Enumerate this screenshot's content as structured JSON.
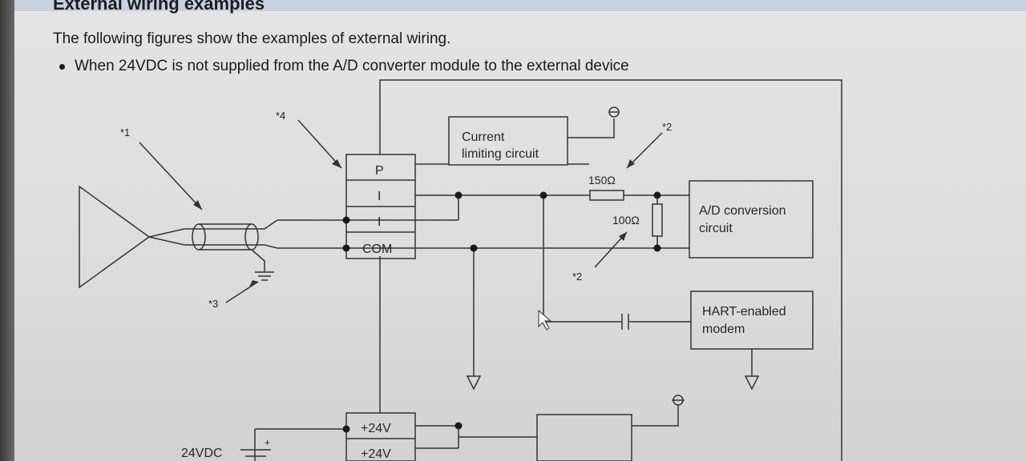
{
  "section_title": "External wiring examples",
  "intro": "The following figures show the examples of external wiring.",
  "bullet": "When 24VDC is not supplied from the A/D converter module to the external device",
  "notes": {
    "n1": "*1",
    "n2a": "*2",
    "n2b": "*2",
    "n3": "*3",
    "n4": "*4"
  },
  "terminals": {
    "p": "P",
    "i1": "I",
    "i2": "I",
    "com": "COM",
    "v24a": "+24V",
    "v24b": "+24V"
  },
  "blocks": {
    "current_limit_line1": "Current",
    "current_limit_line2": "limiting circuit",
    "ad_line1": "A/D conversion",
    "ad_line2": "circuit",
    "hart_line1": "HART-enabled",
    "hart_line2": "modem"
  },
  "resistors": {
    "r150": "150Ω",
    "r100": "100Ω"
  },
  "supply": {
    "label": "24VDC",
    "plus": "+"
  }
}
